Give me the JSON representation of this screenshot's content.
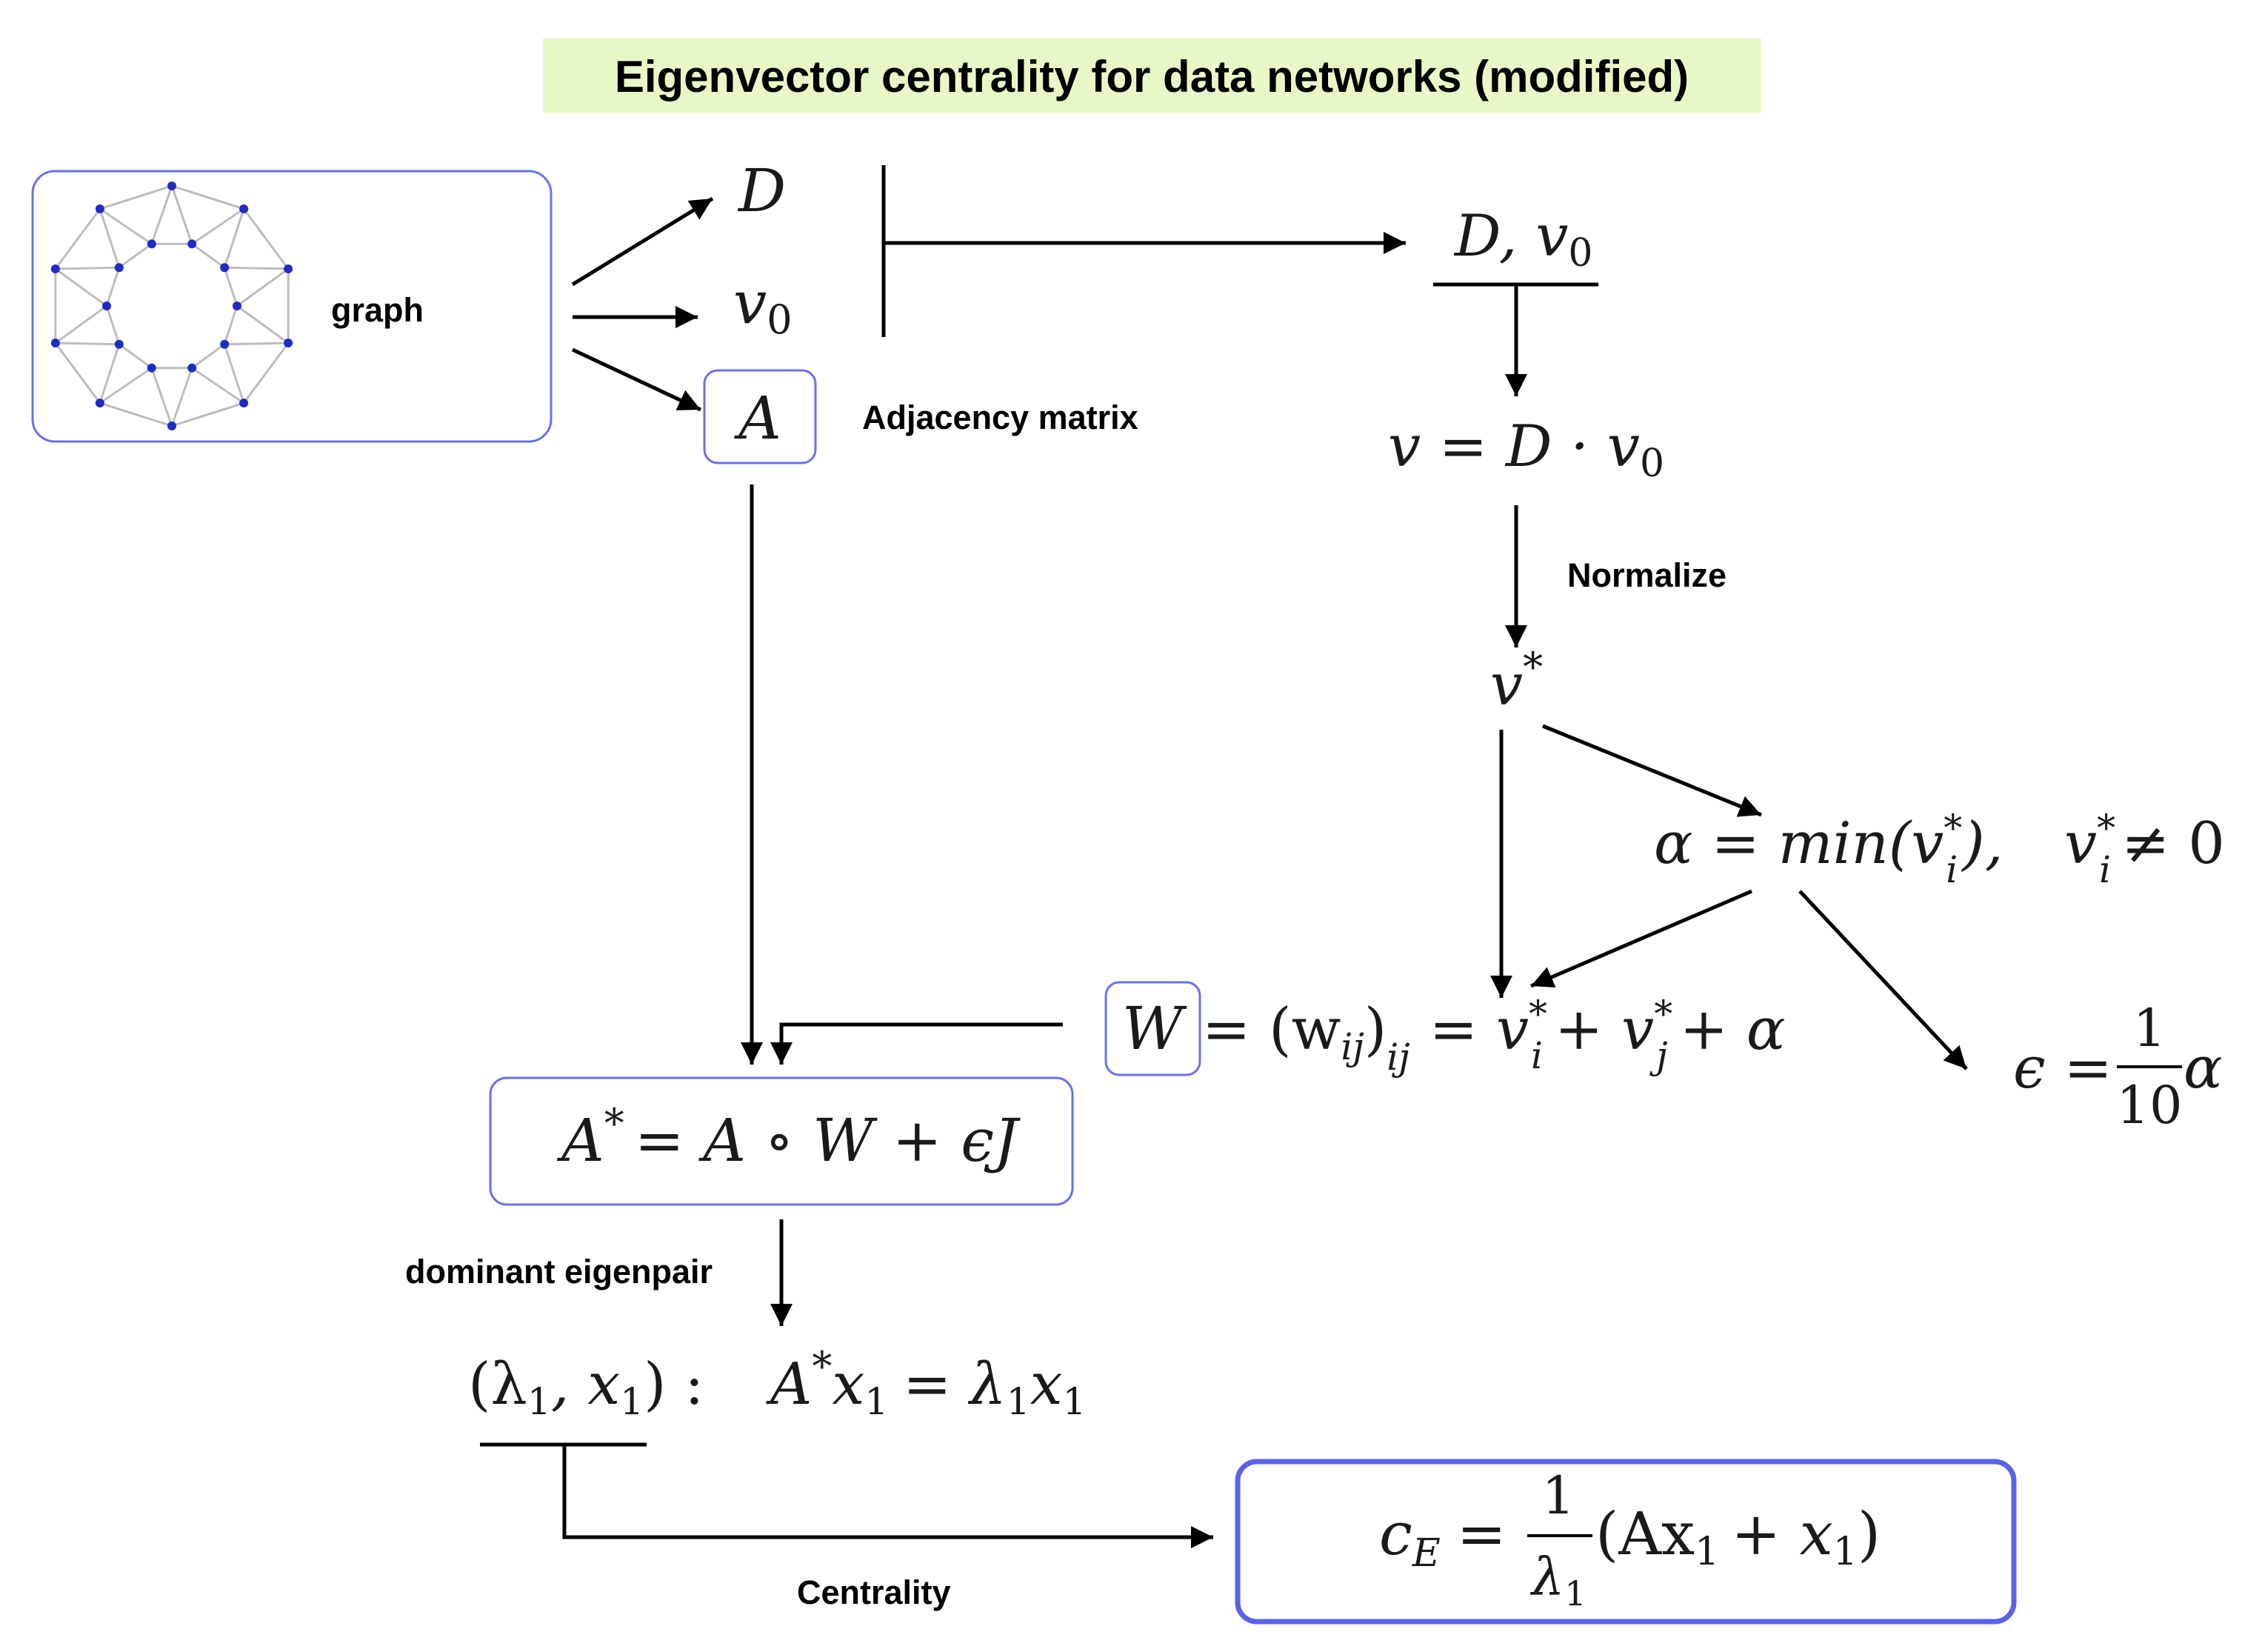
{
  "title": "Eigenvector centrality for data networks (modified)",
  "colors": {
    "title_highlight": "#e8f7c6",
    "box_border": "#6a70f0",
    "box_border_strong": "#5a61ea",
    "graph_node": "#1f2cc8",
    "graph_edge": "#bdbdbd"
  },
  "labels": {
    "graph": "graph",
    "adjacency_matrix": "Adjacency matrix",
    "normalize": "Normalize",
    "dominant_eigenpair": "dominant eigenpair",
    "centrality": "Centrality"
  },
  "math": {
    "D": "D",
    "v0_base": "v",
    "v0_sub": "0",
    "A": "A",
    "Dv0_pre": "D, v",
    "Dv0_sub": "0",
    "v_def_pre": "v = D · v",
    "v_def_sub": "0",
    "vstar_base": "v",
    "vstar_sup": "*",
    "alpha_def": "α = min(v",
    "alpha_sub": "i",
    "alpha_sup": "*",
    "alpha_close": "),",
    "nonzero_base": "v",
    "nonzero_sub": "i",
    "nonzero_sup": "*",
    "nonzero_rest": "≠ 0",
    "W": "W",
    "w_def_pre": "= (w",
    "w_def_sub1": "ij",
    "w_def_close": ")",
    "w_def_sub2": "ij",
    "w_def_eq": "= v",
    "w_def_i": "i",
    "w_def_star": "*",
    "w_def_plus": "+ v",
    "w_def_j": "j",
    "w_def_star2": "*",
    "w_def_alpha": "+ α",
    "eps_lhs": "ϵ =",
    "eps_num": "1",
    "eps_den": "10",
    "eps_rhs": "α",
    "astar_base": "A",
    "astar_sup": "*",
    "astar_rest": "= A ∘ W + ϵJ",
    "eig_pair_a": "(λ",
    "eig_pair_s1": "1",
    "eig_pair_b": ", x",
    "eig_pair_s2": "1",
    "eig_pair_c": ") :",
    "eig_eq_a": "A",
    "eig_eq_sup": "*",
    "eig_eq_b": "x",
    "eig_eq_s1": "1",
    "eig_eq_c": "= λ",
    "eig_eq_s2": "1",
    "eig_eq_d": "x",
    "eig_eq_s3": "1",
    "ce_base": "c",
    "ce_sub": "E",
    "ce_eq": "=",
    "ce_num": "1",
    "ce_den": "λ",
    "ce_den_sub": "1",
    "ce_rest_a": "(Ax",
    "ce_rest_s1": "1",
    "ce_rest_b": "+ x",
    "ce_rest_s2": "1",
    "ce_rest_c": ")"
  }
}
